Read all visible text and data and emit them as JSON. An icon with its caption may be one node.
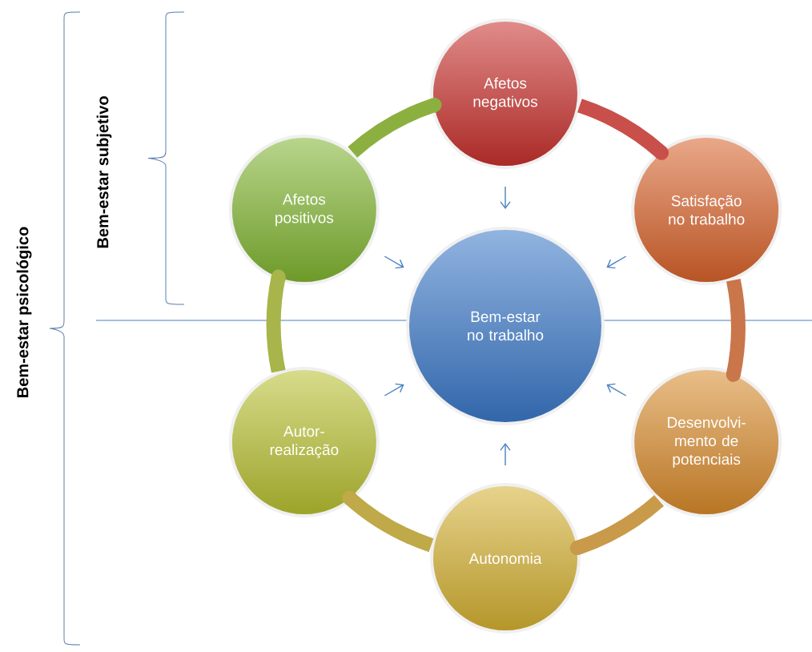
{
  "diagram": {
    "nodes": [
      {
        "text": [
          "Afetos negativos"
        ]
      },
      {
        "text": [
          "Afetos positivos"
        ]
      },
      {
        "text": [
          "Satisfação no trabalho"
        ]
      },
      {
        "text": [
          "Bem-estar no trabalho"
        ]
      },
      {
        "text": [
          "Autor-realização"
        ]
      },
      {
        "text": [
          "Desenvolvi-mento de potenciais"
        ]
      },
      {
        "text": [
          "Autonomia"
        ]
      }
    ],
    "edges": [
      {
        "from": 0,
        "to": 3,
        "arrow": "to"
      },
      {
        "from": 2,
        "to": 3,
        "arrow": "to"
      },
      {
        "from": 5,
        "to": 3,
        "arrow": "to"
      },
      {
        "from": 6,
        "to": 3,
        "arrow": "to"
      },
      {
        "from": 4,
        "to": 3,
        "arrow": "to"
      },
      {
        "from": 1,
        "to": 3,
        "arrow": "to"
      },
      {
        "from": 0,
        "to": 2,
        "arrow": "none",
        "style": "thick",
        "color": "#c9504a"
      },
      {
        "from": 2,
        "to": 5,
        "arrow": "none",
        "style": "thick",
        "color": "#c8764a"
      },
      {
        "from": 5,
        "to": 6,
        "arrow": "none",
        "style": "thick",
        "color": "#c89a4a"
      },
      {
        "from": 6,
        "to": 4,
        "arrow": "none",
        "style": "thick",
        "color": "#bfa948"
      },
      {
        "from": 4,
        "to": 1,
        "arrow": "none",
        "style": "thick",
        "color": "#a8b54a"
      },
      {
        "from": 1,
        "to": 0,
        "arrow": "none",
        "style": "thick",
        "color": "#8cb040"
      }
    ],
    "labels": [
      "Bem-estar psicológico",
      "Bem-estar subjetivo"
    ]
  }
}
